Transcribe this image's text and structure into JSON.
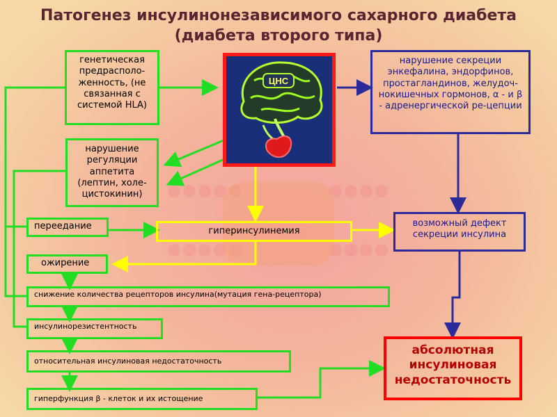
{
  "title": {
    "line1": "Патогенез инсулинонезависимого сахарного диабета",
    "line2": "(диабета второго типа)"
  },
  "brain_label": "ЦНС",
  "boxes": {
    "genetic": "генетическая предрасполо-женность, (не связанная с системой HLA)",
    "appetite": "нарушение регуляции аппетита (лептин, холе-цистокинин)",
    "overeating": "переедание",
    "obesity": "ожирение",
    "receptors": "снижение количества рецепторов инсулина(мутация гена-рецептора)",
    "resistance": "инсулинорезистентность",
    "relative": "относительная инсулиновая недостаточность",
    "hyperfunction": "гиперфункция β - клеток и их истощение",
    "hyperinsulinemia": "гиперинсулинемия",
    "secretion_disorder": "нарушение секреции энкефалина, эндорфинов, простагландинов, желудоч-нокишечных гормонов, α - и β - адренергической ре-цепции",
    "possible_defect": "возможный дефект секреции инсулина",
    "absolute": "абсолютная инсулиновая недостаточность"
  },
  "colors": {
    "green": "#22dd22",
    "blue": "#2a2a9a",
    "yellow": "#ffff00",
    "red": "#ff0000",
    "title": "#5a2530"
  }
}
